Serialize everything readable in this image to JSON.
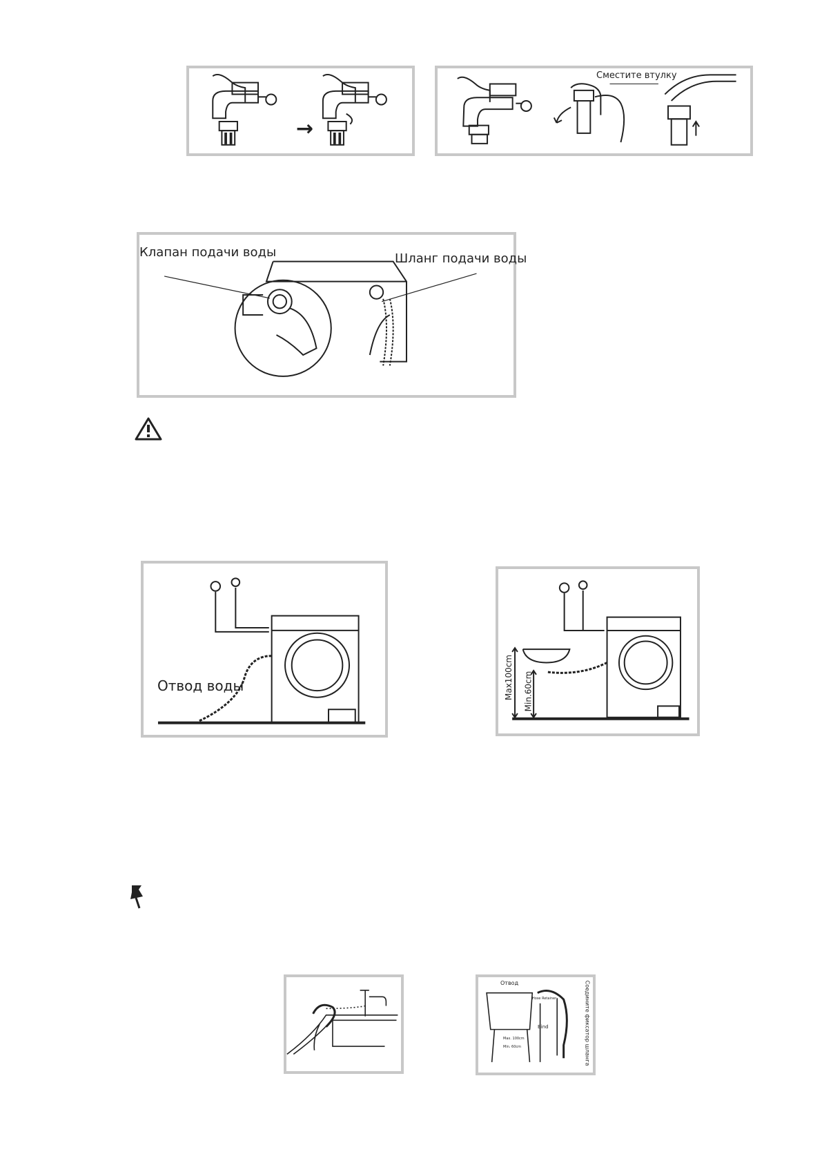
{
  "figures": {
    "tap_fit": {
      "arrow": "→"
    },
    "tap_sleeve": {
      "label": "Сместите втулку"
    },
    "inlet": {
      "valve_label": "Клапан подачи воды",
      "hose_label": "Шланг подачи воды"
    },
    "drain_floor": {
      "label": "Отвод воды"
    },
    "drain_height": {
      "max_label": "Max100cm",
      "min_label": "Min.60cm"
    },
    "sink": {},
    "tub": {
      "top_label": "Отвод",
      "retainer_label": "Hose Retainer",
      "bind_label": "Bind",
      "max_label": "Max. 100cm",
      "min_label": "Min. 60cm",
      "side_label": "Соедините фиксатор шланга"
    }
  },
  "icons": {
    "warning": "warning-triangle-icon",
    "note": "pushpin-icon"
  }
}
